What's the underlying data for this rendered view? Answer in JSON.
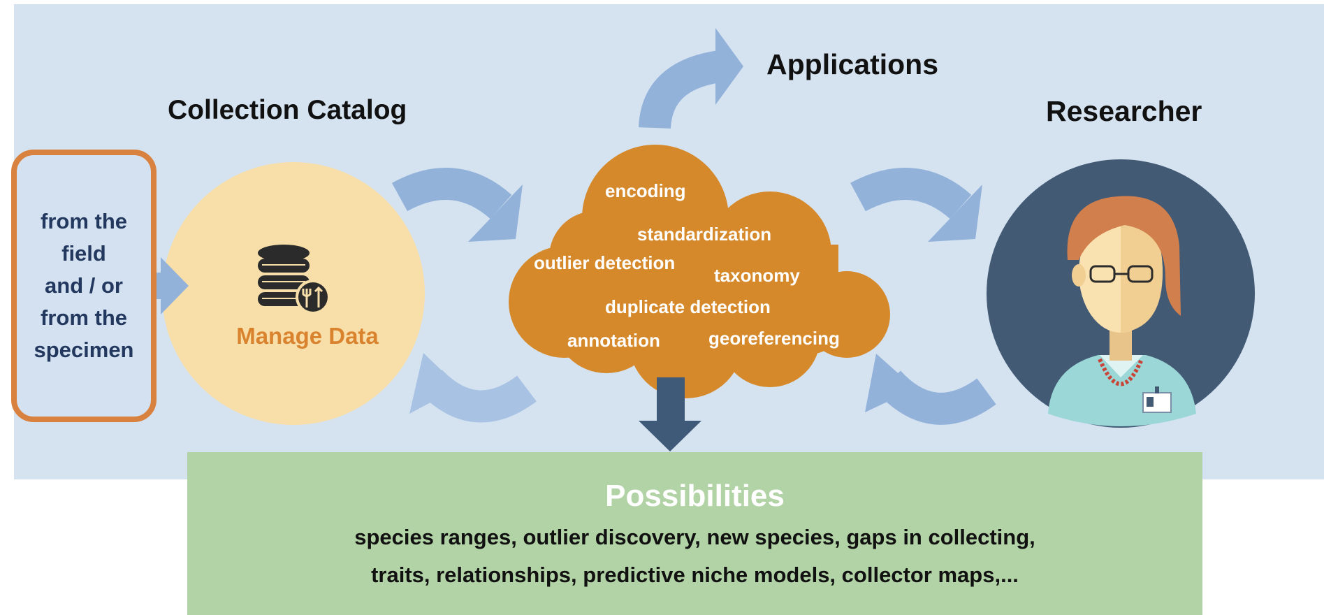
{
  "headings": {
    "collection_catalog": "Collection Catalog",
    "applications": "Applications",
    "researcher": "Researcher"
  },
  "source_box": {
    "lines": [
      "from the",
      "field",
      "and / or",
      "from the",
      "specimen"
    ]
  },
  "manage_data": {
    "label": "Manage Data",
    "icon": "database-tools-icon"
  },
  "cloud": {
    "processes": [
      "encoding",
      "standardization",
      "outlier detection",
      "taxonomy",
      "duplicate detection",
      "annotation",
      "georeferencing"
    ]
  },
  "researcher": {
    "icon": "researcher-avatar-icon"
  },
  "possibilities": {
    "title": "Possibilities",
    "line1": "species ranges, outlier discovery, new species, gaps in collecting,",
    "line2": "traits, relationships, predictive niche models, collector maps,..."
  },
  "colors": {
    "panel": "#d5e3f1",
    "catalog_circle": "#f8dea8",
    "cloud": "#d6892a",
    "researcher_circle": "#435a75",
    "arrow": "#93b2da",
    "down_arrow": "#3f5978",
    "source_border": "#d9823f",
    "possibilities_bg": "#b2d3a5"
  }
}
